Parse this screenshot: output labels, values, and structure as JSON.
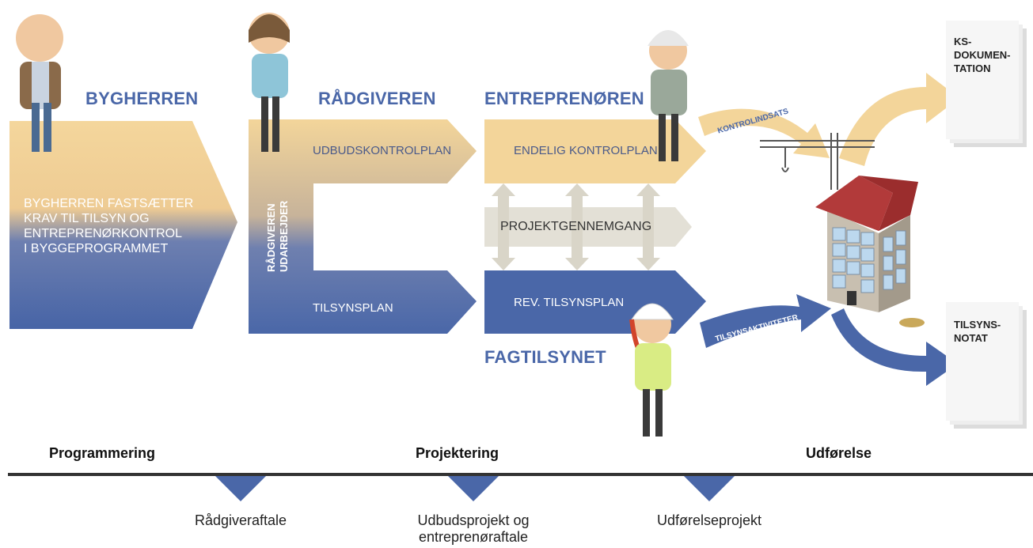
{
  "roles": {
    "bygherren": "BYGHERREN",
    "raadgiveren": "RÅDGIVEREN",
    "entreprenoeren": "ENTREPRENØREN",
    "fagtilsynet": "FAGTILSYNET"
  },
  "bygherre_text": [
    "BYGHERREN FASTSÆTTER",
    "KRAV TIL TILSYN OG",
    "ENTREPRENØRKONTROL",
    "I BYGGEPROGRAMMET"
  ],
  "raadgiver_vertical": [
    "RÅDGIVEREN",
    "UDARBEJDER"
  ],
  "plans": {
    "udbudskontrolplan": "UDBUDSKONTROLPLAN",
    "tilsynsplan": "TILSYNSPLAN",
    "endelig_kontrolplan": "ENDELIG KONTROLPLAN",
    "rev_tilsynsplan": "REV. TILSYNSPLAN",
    "projektgennemgang": "PROJEKTGENNEMGANG"
  },
  "flows": {
    "kontrolindsats": "KONTROLINDSATS",
    "tilsynsaktiviteter": "TILSYNSAKTIVITETER"
  },
  "documents": {
    "ks": [
      "KS-",
      "DOKUMEN-",
      "TATION"
    ],
    "tilsyn": [
      "TILSYNS-",
      "NOTAT"
    ]
  },
  "phases": [
    "Programmering",
    "Projektering",
    "Udførelse"
  ],
  "milestones": {
    "m1": "Rådgiveraftale",
    "m2_line1": "Udbudsprojekt og",
    "m2_line2": "entreprenøraftale",
    "m3": "Udførelseprojekt"
  },
  "colors": {
    "sand": "#f3d59a",
    "blue": "#4a67a8",
    "gray_band": "#e3e0d6",
    "timeline": "#333333"
  },
  "icons": [
    "bygherre-person-icon",
    "raadgiver-person-icon",
    "entreprenoer-person-icon",
    "fagtilsyn-person-icon",
    "building-icon",
    "crane-icon"
  ]
}
